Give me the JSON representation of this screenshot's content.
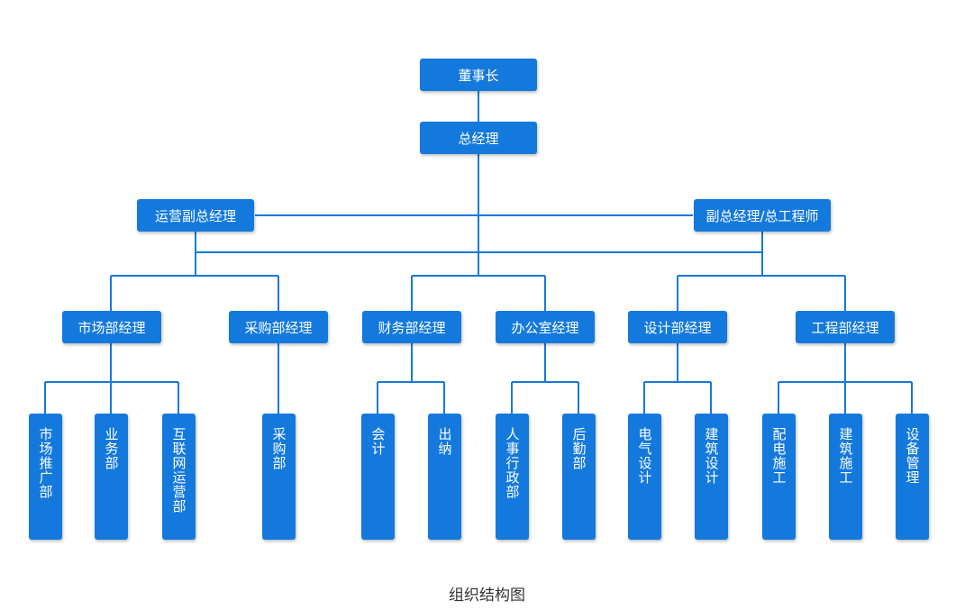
{
  "chart": {
    "chairman": "董事长",
    "gm": "总经理",
    "vp_ops": "运营副总经理",
    "vp_eng": "副总经理/总工程师",
    "managers": [
      "市场部经理",
      "采购部经理",
      "财务部经理",
      "办公室经理",
      "设计部经理",
      "工程部经理"
    ],
    "units": [
      "市场推广部",
      "业务部",
      "互联网运营部",
      "采购部",
      "会计",
      "出纳",
      "人事行政部",
      "后勤部",
      "电气设计",
      "建筑设计",
      "配电施工",
      "建筑施工",
      "设备管理"
    ]
  },
  "caption": "组织结构图",
  "colors": {
    "node": "#1479dc",
    "line": "#1479dc",
    "text": "#ffffff"
  }
}
